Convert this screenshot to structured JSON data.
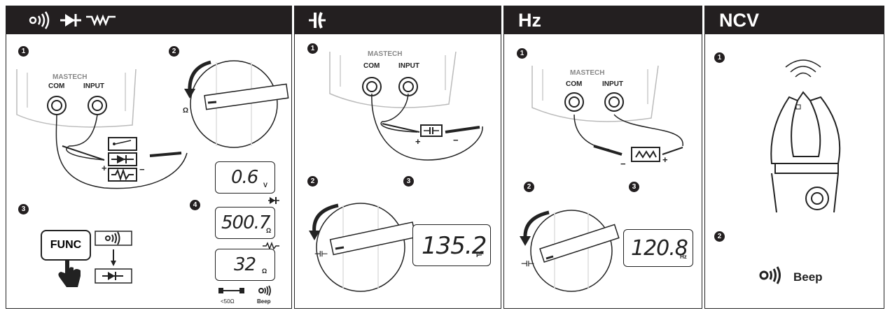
{
  "panels": [
    {
      "title": "",
      "steps": [
        "1",
        "2",
        "3",
        "4"
      ]
    },
    {
      "title": "",
      "steps": [
        "1",
        "2",
        "3"
      ]
    },
    {
      "title": "Hz",
      "steps": [
        "1",
        "2",
        "3"
      ]
    },
    {
      "title": "NCV",
      "steps": [
        "1",
        "2"
      ]
    }
  ],
  "meter": {
    "brand": "MASTECH",
    "com": "COM",
    "input": "INPUT"
  },
  "p1": {
    "func_label": "FUNC",
    "lcd1": {
      "value": "0.6",
      "unit": "V"
    },
    "lcd2": {
      "value": "500.7",
      "unit": "Ω"
    },
    "lcd3": {
      "value": "32",
      "unit": "Ω"
    },
    "lt50": "<50Ω",
    "beep": "Beep",
    "plus": "+",
    "minus": "−"
  },
  "p2": {
    "lcd": {
      "value": "135.2",
      "unit": "μF"
    },
    "plus": "+",
    "minus": "−"
  },
  "p3": {
    "lcd": {
      "value": "120.8",
      "unit": "Hz"
    },
    "plus": "+",
    "minus": "−"
  },
  "p4": {
    "beep": "Beep"
  },
  "colors": {
    "dark": "#231f20",
    "white": "#ffffff"
  }
}
